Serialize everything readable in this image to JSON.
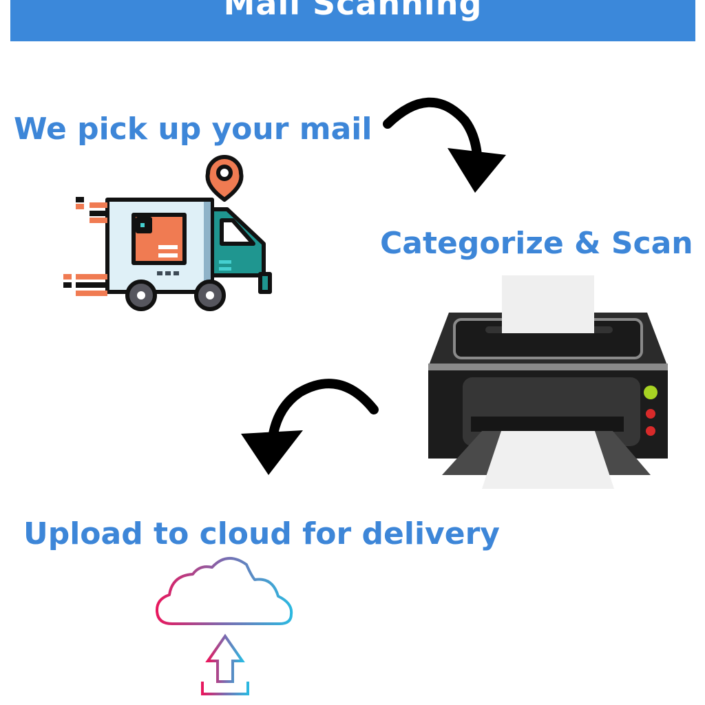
{
  "header": {
    "title": "Mail Scanning",
    "color": "#3b88da"
  },
  "steps": [
    {
      "label": "We pick up your mail",
      "icon": "delivery-truck-icon"
    },
    {
      "label": "Categorize & Scan",
      "icon": "printer-icon"
    },
    {
      "label": "Upload to cloud for delivery",
      "icon": "cloud-upload-icon"
    }
  ],
  "colors": {
    "step_text": "#3d86d8",
    "truck_orange": "#f07b52",
    "truck_teal": "#1f9690",
    "cloud_gradient_start": "#e8175d",
    "cloud_gradient_end": "#2cb8e0"
  }
}
